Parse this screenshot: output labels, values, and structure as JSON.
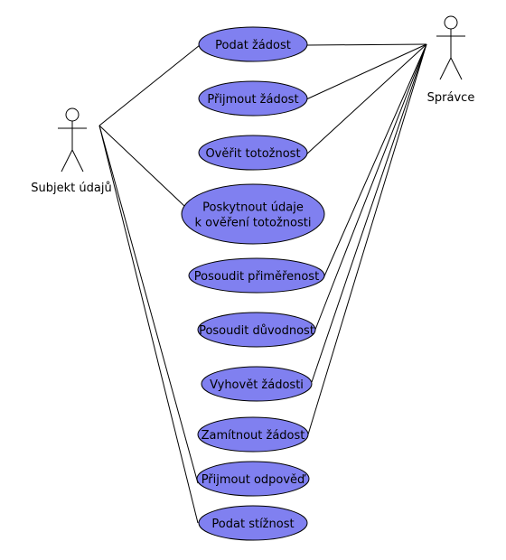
{
  "colors": {
    "usecase_fill": "#8080f0",
    "line": "#000000",
    "background": "#ffffff"
  },
  "actors": {
    "subject": {
      "label": "Subjekt údajů",
      "icon": "stick-figure"
    },
    "controller": {
      "label": "Správce",
      "icon": "stick-figure"
    }
  },
  "use_cases": [
    {
      "id": "podat-zadost",
      "lines": [
        "Podat žádost"
      ]
    },
    {
      "id": "prijmout-zadost",
      "lines": [
        "Přijmout žádost"
      ]
    },
    {
      "id": "overit-totoznost",
      "lines": [
        "Ověřit totožnost"
      ]
    },
    {
      "id": "poskytnout-udaje",
      "lines": [
        "Poskytnout údaje",
        "k ověření totožnosti"
      ]
    },
    {
      "id": "posoudit-primerenost",
      "lines": [
        "Posoudit přiměřenost"
      ]
    },
    {
      "id": "posoudit-duvodnost",
      "lines": [
        "Posoudit důvodnost"
      ]
    },
    {
      "id": "vyhovet-zadosti",
      "lines": [
        "Vyhovět žádosti"
      ]
    },
    {
      "id": "zamitnout-zadost",
      "lines": [
        "Zamítnout žádost"
      ]
    },
    {
      "id": "prijmout-odpoved",
      "lines": [
        "Přijmout odpověď"
      ]
    },
    {
      "id": "podat-stiznost",
      "lines": [
        "Podat stížnost"
      ]
    }
  ],
  "associations": [
    {
      "actor": "subject",
      "use_case": "podat-zadost"
    },
    {
      "actor": "subject",
      "use_case": "poskytnout-udaje"
    },
    {
      "actor": "subject",
      "use_case": "prijmout-odpoved"
    },
    {
      "actor": "subject",
      "use_case": "podat-stiznost"
    },
    {
      "actor": "controller",
      "use_case": "podat-zadost"
    },
    {
      "actor": "controller",
      "use_case": "prijmout-zadost"
    },
    {
      "actor": "controller",
      "use_case": "overit-totoznost"
    },
    {
      "actor": "controller",
      "use_case": "posoudit-primerenost"
    },
    {
      "actor": "controller",
      "use_case": "posoudit-duvodnost"
    },
    {
      "actor": "controller",
      "use_case": "vyhovet-zadosti"
    },
    {
      "actor": "controller",
      "use_case": "zamitnout-zadost"
    }
  ]
}
